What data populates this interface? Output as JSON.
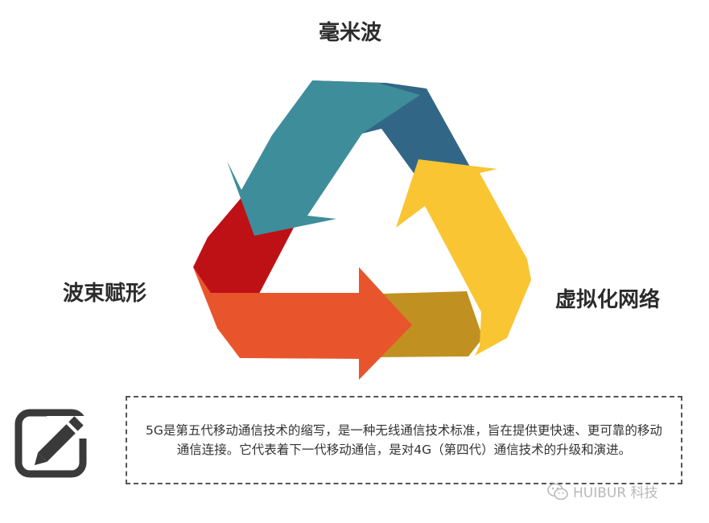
{
  "labels": {
    "top": "毫米波",
    "left": "波束赋形",
    "right": "虚拟化网络"
  },
  "note": {
    "text": "5G是第五代移动通信技术的缩写，是一种无线通信技术标准，旨在提供更快速、更可靠的移动通信连接。它代表着下一代移动通信，是对4G（第四代）通信技术的升级和演进。"
  },
  "watermark": {
    "text": "HUIBUR 科技"
  },
  "colors": {
    "teal": "#3E8D9B",
    "dark_blue": "#326687",
    "yellow": "#F9C532",
    "gold": "#C09121",
    "red": "#BE1116",
    "orange": "#E8552D"
  },
  "icons": [
    "edit-note-icon",
    "wechat-icon"
  ]
}
